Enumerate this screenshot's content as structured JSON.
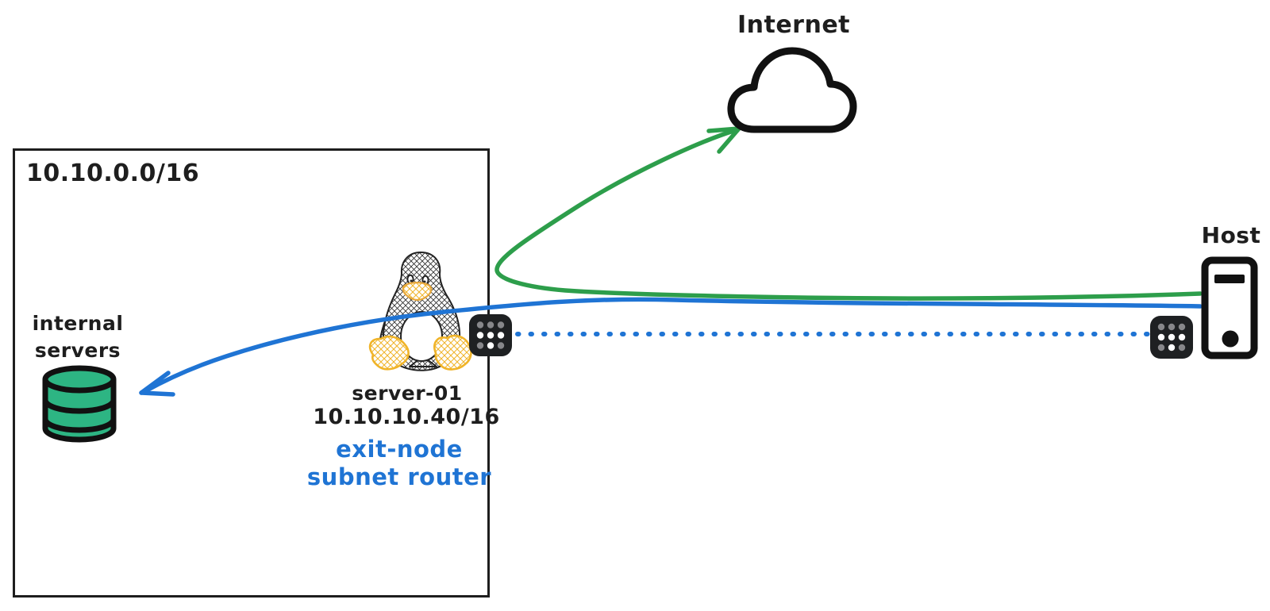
{
  "colors": {
    "ink": "#1e1e1e",
    "arrow_green": "#2d9e4b",
    "arrow_blue": "#1f74d4",
    "database_fill": "#2db583",
    "tux_accent": "#f0b429",
    "tailscale_bg": "#1e2022",
    "tailscale_dot_gray": "#87878a",
    "tailscale_dot_white": "#ffffff"
  },
  "nodes": {
    "internet": {
      "label": "Internet",
      "icon": "cloud-icon"
    },
    "host": {
      "label": "Host",
      "icon": "tower-pc-icon"
    },
    "subnet": {
      "label": "10.10.0.0/16"
    },
    "internal_servers": {
      "line1": "internal",
      "line2": "servers",
      "icon": "database-icon"
    },
    "server": {
      "name": "server-01",
      "ip": "10.10.10.40/16",
      "role1": "exit-node",
      "role2": "subnet router",
      "icon": "linux-tux-icon"
    },
    "tailscale_left": {
      "icon": "tailscale-icon"
    },
    "tailscale_right": {
      "icon": "tailscale-icon"
    }
  },
  "edges": [
    {
      "name": "host-to-internet",
      "from": "Host",
      "to": "Internet",
      "style": "solid curved arrow",
      "color": "#2d9e4b"
    },
    {
      "name": "host-to-internal-servers",
      "from": "Host",
      "to": "internal servers",
      "style": "solid curved arrow",
      "color": "#1f74d4"
    },
    {
      "name": "tailscale-tunnel",
      "from": "Host tailscale node",
      "to": "server-01 tailscale node",
      "style": "dotted line",
      "color": "#1f74d4"
    }
  ]
}
